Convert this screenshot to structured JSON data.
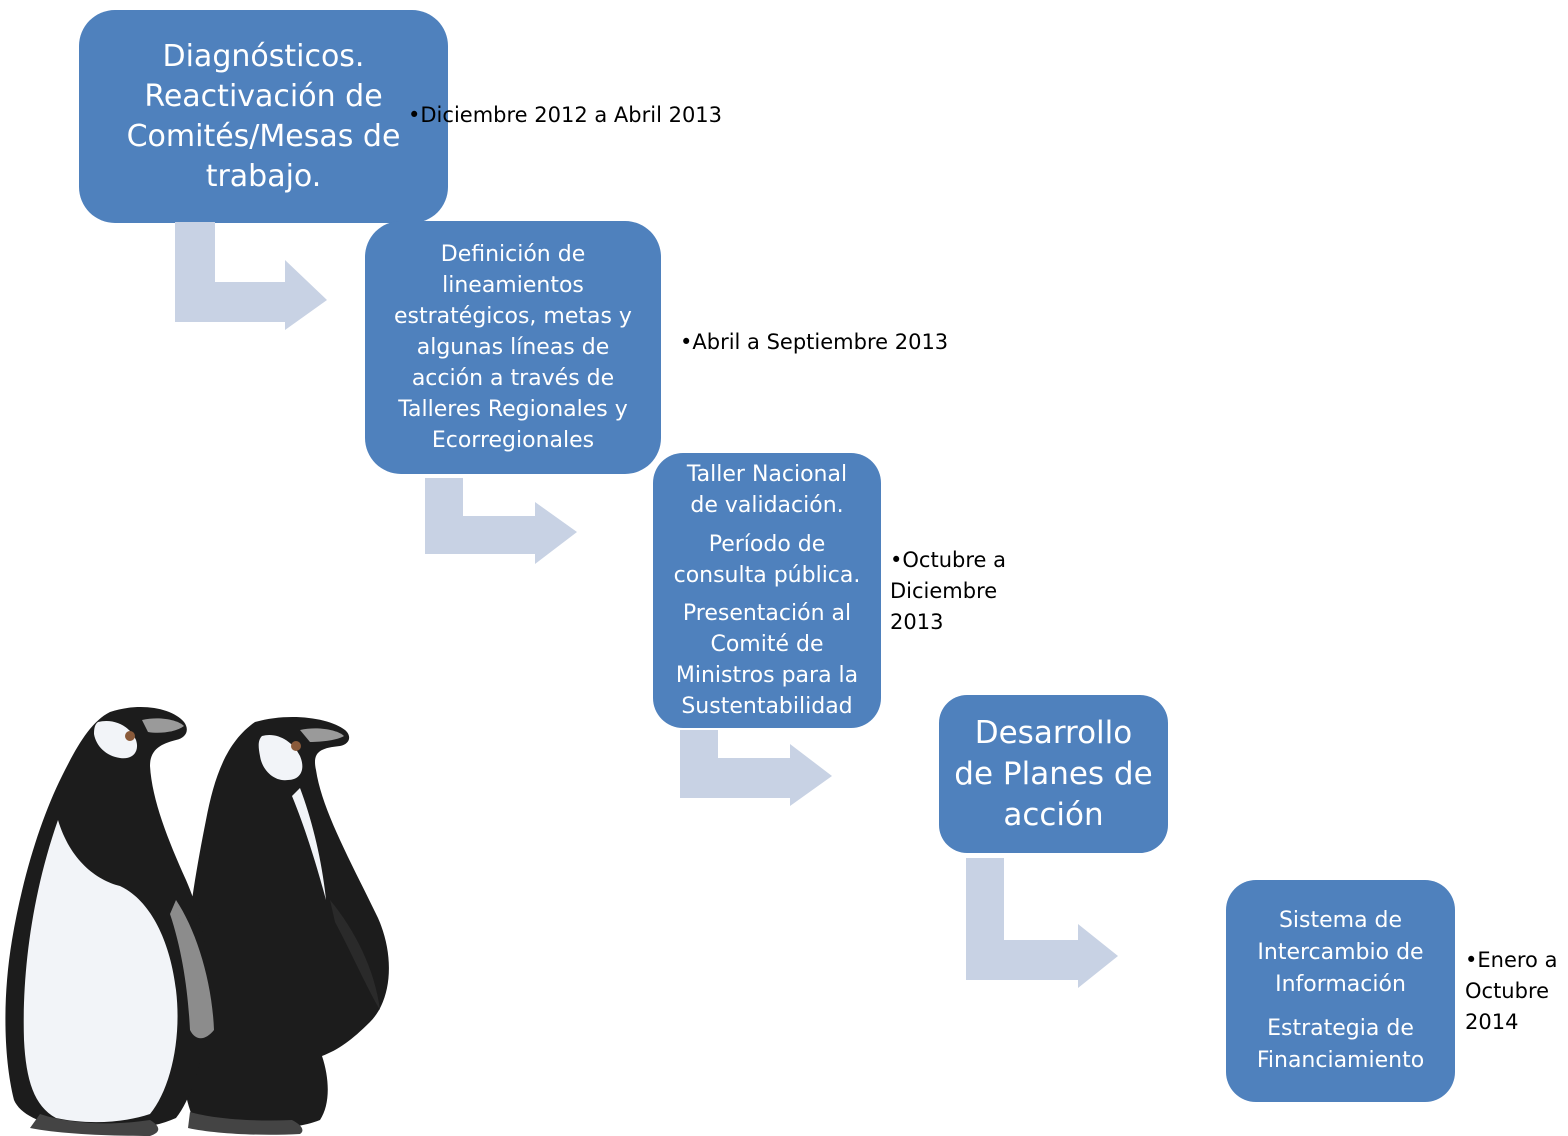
{
  "steps": [
    {
      "box_lines": [
        "Diagnósticos.",
        "Reactivación de",
        "Comités/Mesas de",
        "trabajo."
      ],
      "date": "•Diciembre 2012 a Abril 2013"
    },
    {
      "box_lines": [
        "Definición de",
        "lineamientos",
        "estratégicos, metas y",
        "algunas líneas de",
        "acción a través de",
        "Talleres Regionales y",
        "Ecorregionales"
      ],
      "date": "•Abril a Septiembre 2013"
    },
    {
      "box_groups": [
        [
          "Taller Nacional",
          "de validación."
        ],
        [
          "Período de",
          "consulta pública."
        ],
        [
          "Presentación al",
          "Comité de",
          "Ministros para la",
          "Sustentabilidad"
        ]
      ],
      "date": "•Octubre a\nDiciembre\n2013"
    },
    {
      "box_lines": [
        "Desarrollo",
        "de Planes de",
        "acción"
      ],
      "date": ""
    },
    {
      "box_groups": [
        [
          "Sistema de",
          "Intercambio de",
          "Información"
        ],
        [
          "Estrategia de",
          "Financiamiento"
        ]
      ],
      "date": "•Enero a\nOctubre\n2014"
    }
  ],
  "colors": {
    "box": "#4f81bd",
    "arrow": "#c8d2e4",
    "penguin_black": "#1c1c1c",
    "penguin_white": "#f2f4f8"
  },
  "illustration": "penguins"
}
